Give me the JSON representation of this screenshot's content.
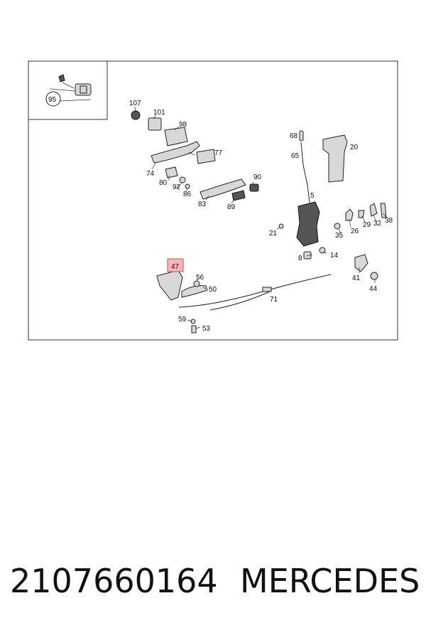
{
  "caption": {
    "part_number": "2107660164",
    "brand": "MERCEDES"
  },
  "diagram": {
    "inset_callout": "95",
    "highlighted_callout": "47",
    "highlight_color": "#f4b6b6",
    "callouts": {
      "c107": "107",
      "c101": "101",
      "c98": "98",
      "c77": "77",
      "c74": "74",
      "c80": "80",
      "c92": "92",
      "c86": "86",
      "c90": "90",
      "c83": "83",
      "c89": "89",
      "c68": "68",
      "c65": "65",
      "c20": "20",
      "c5": "5",
      "c21": "21",
      "c26": "26",
      "c29": "29",
      "c32": "32",
      "c38": "38",
      "c35": "35",
      "c8": "8",
      "c14": "14",
      "c41": "41",
      "c44": "44",
      "c56": "56",
      "c50": "50",
      "c71": "71",
      "c59": "59",
      "c53": "53"
    }
  }
}
